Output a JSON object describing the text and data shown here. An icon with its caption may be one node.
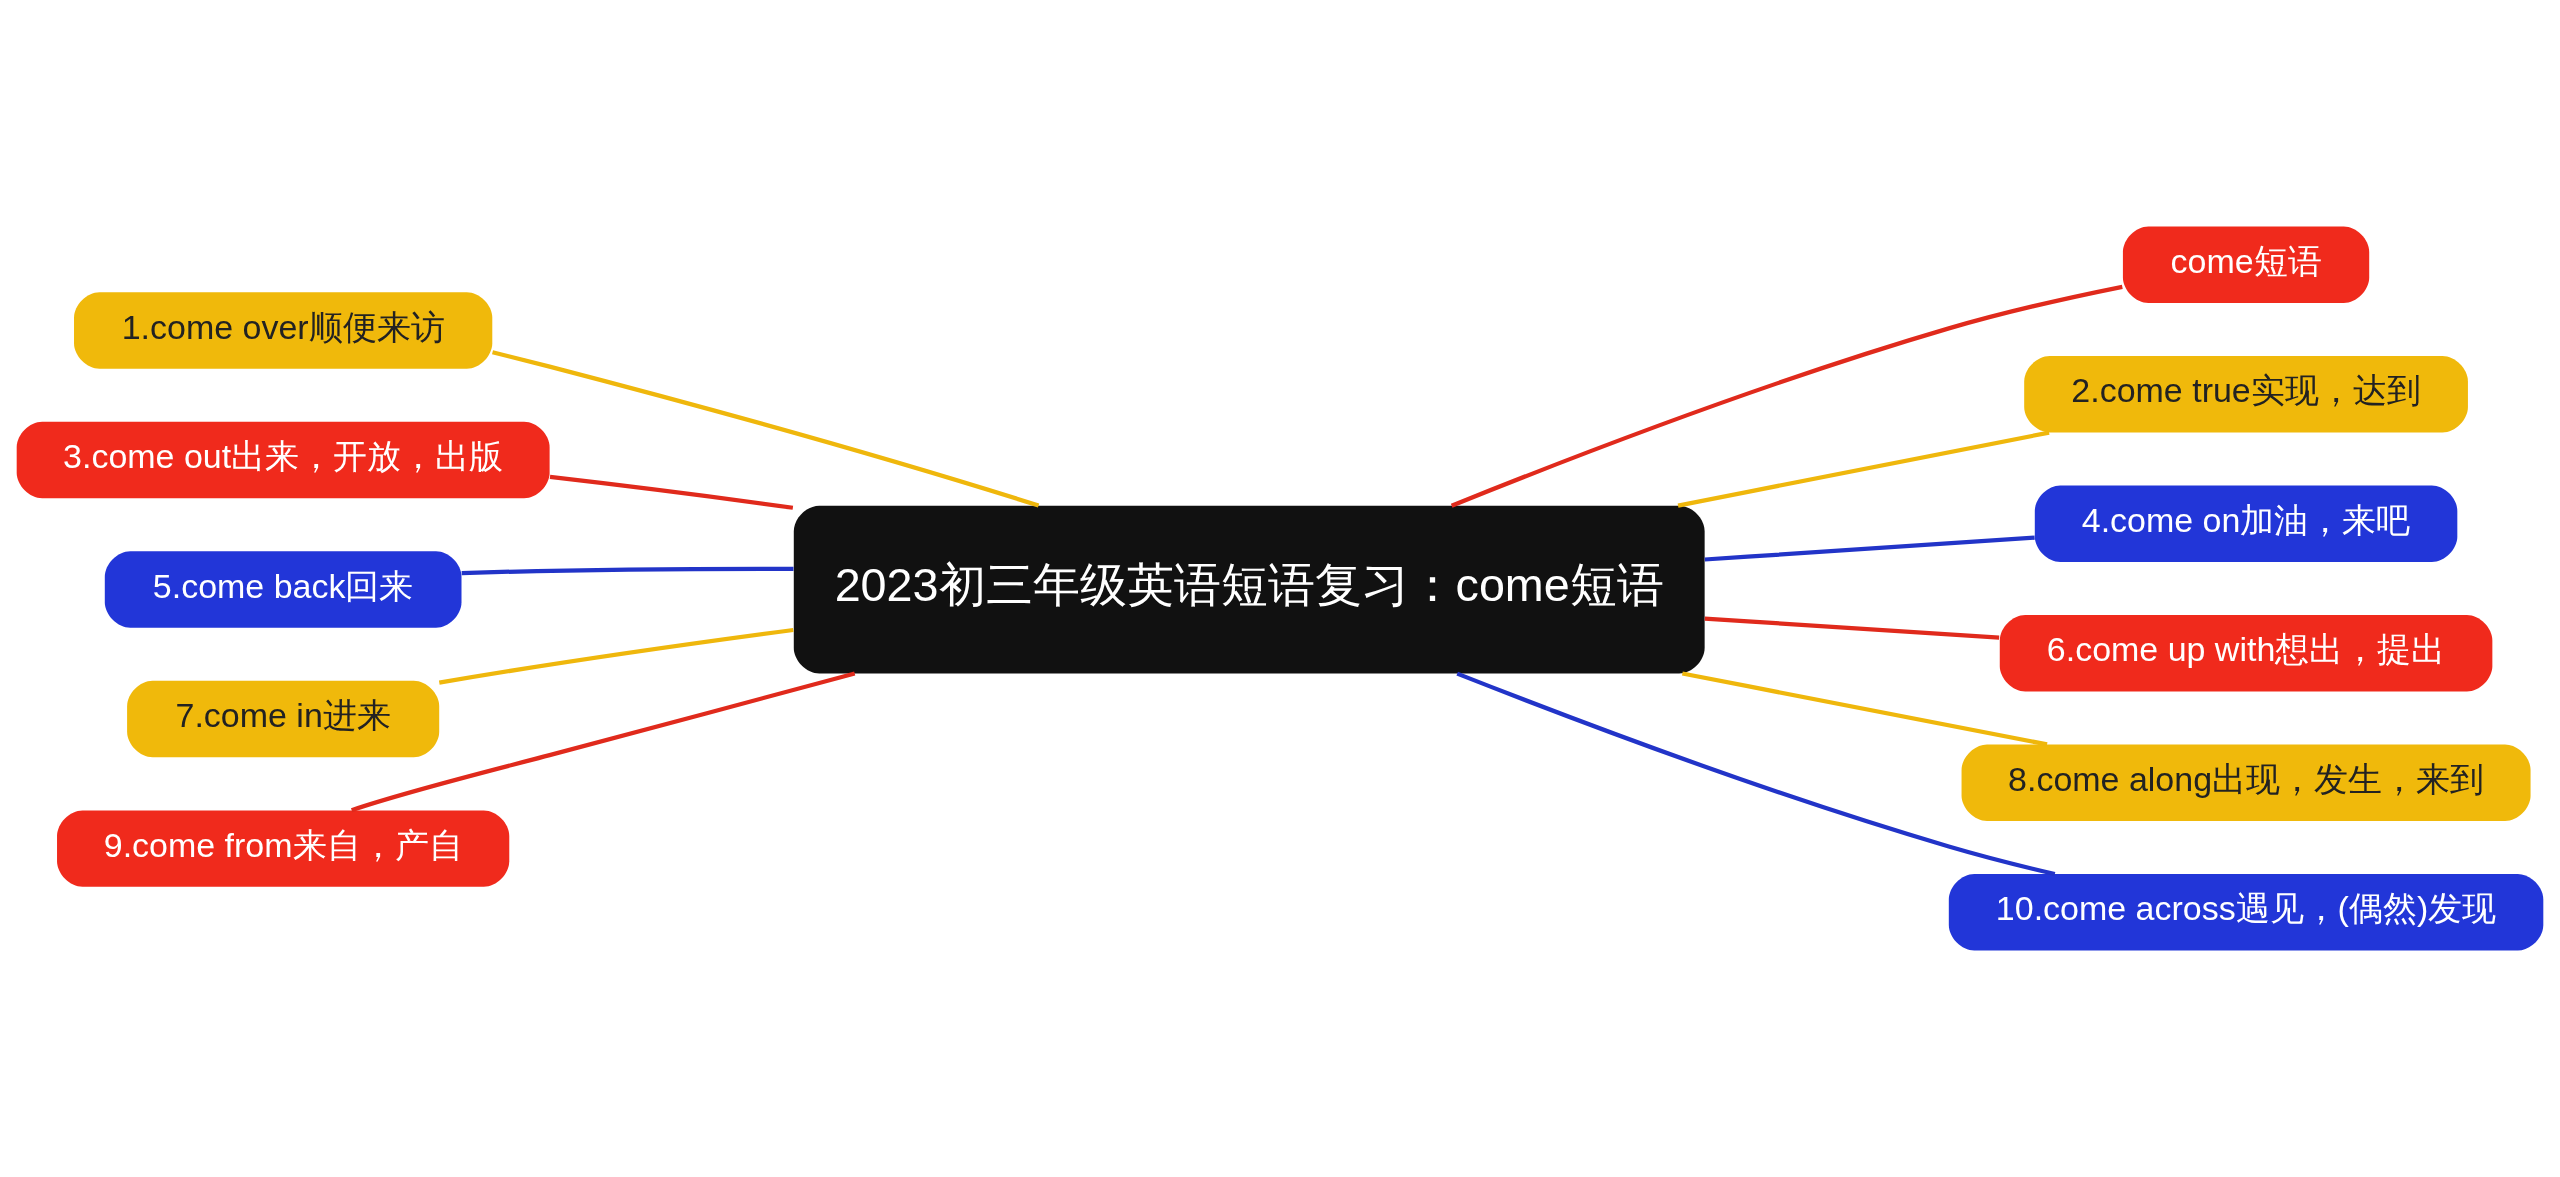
{
  "diagram": {
    "nodes": [
      {
        "text": [
          "2023初三年级英语短语复习：come短语"
        ]
      },
      {
        "text": [
          "come短语"
        ]
      },
      {
        "text": [
          "2.come true实现，达到"
        ]
      },
      {
        "text": [
          "4.come on加油，来吧"
        ]
      },
      {
        "text": [
          "6.come up with想出，提出"
        ]
      },
      {
        "text": [
          "8.come along出现，发生，来到"
        ]
      },
      {
        "text": [
          "10.come across遇见，(偶然)发现"
        ]
      },
      {
        "text": [
          "1.come over顺便来访"
        ]
      },
      {
        "text": [
          "3.come out出来，开放，出版"
        ]
      },
      {
        "text": [
          "5.come back回来"
        ]
      },
      {
        "text": [
          "7.come in进来"
        ]
      },
      {
        "text": [
          "9.come from来自，产自"
        ]
      }
    ],
    "edges": [
      {
        "from": 0,
        "to": 1,
        "arrow": "none",
        "color": "#e02a1c"
      },
      {
        "from": 0,
        "to": 2,
        "arrow": "none",
        "color": "#efb70c"
      },
      {
        "from": 0,
        "to": 3,
        "arrow": "none",
        "color": "#2234c8"
      },
      {
        "from": 0,
        "to": 4,
        "arrow": "none",
        "color": "#e02a1c"
      },
      {
        "from": 0,
        "to": 5,
        "arrow": "none",
        "color": "#efb70c"
      },
      {
        "from": 0,
        "to": 6,
        "arrow": "none",
        "color": "#2234c8"
      },
      {
        "from": 0,
        "to": 7,
        "arrow": "none",
        "color": "#efb70c"
      },
      {
        "from": 0,
        "to": 8,
        "arrow": "none",
        "color": "#e02a1c"
      },
      {
        "from": 0,
        "to": 9,
        "arrow": "none",
        "color": "#2234c8"
      },
      {
        "from": 0,
        "to": 10,
        "arrow": "none",
        "color": "#efb70c"
      },
      {
        "from": 0,
        "to": 11,
        "arrow": "none",
        "color": "#e02a1c"
      }
    ]
  }
}
